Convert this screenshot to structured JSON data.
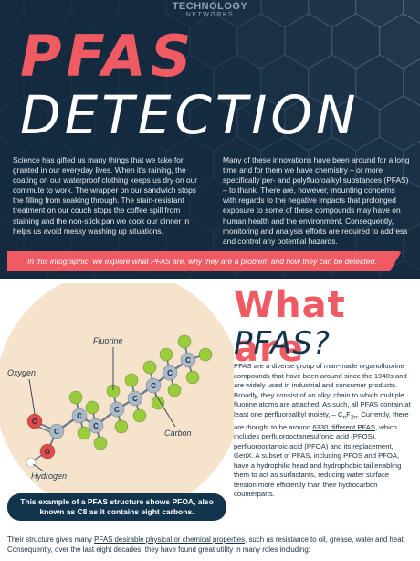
{
  "brand": {
    "line1": "TECHNOLOGY",
    "line2": "NETWORKS"
  },
  "title": {
    "line1": "PFAS",
    "line2": "DETECTION"
  },
  "intro": {
    "left": "Science has gifted us many things that we take for granted in our everyday lives. When it's raining, the coating on our waterproof clothing keeps us dry on our commute to work. The wrapper on our sandwich stops the filling from soaking through. The stain-resistant treatment on our couch stops the coffee spill from staining and the non-stick pan we cook our dinner in helps us avoid messy washing up situations.",
    "right": "Many of these innovations have been around for a long time and for them we have chemistry – or more specifically per- and polyfluoroalkyl substances (PFAS) – to thank. There are, however, mounting concerns with regards to the negative impacts that prolonged exposure to some of these compounds may have on human health and the environment. Consequently, monitoring and analysis efforts are required to address and control any potential hazards."
  },
  "banner": "In this infographic, we explore what PFAS are, why they are a problem and how they can be detected.",
  "section": {
    "heading1": "What are",
    "heading2": "PFAS?"
  },
  "description": {
    "part1": "PFAS are a diverse group of man-made organofluorine compounds that have been around since the 1940s and are widely used in industrial and consumer products. Broadly, they consist of an alkyl chain to which multiple fluorine atoms are attached. As such, all PFAS contain at least one perfluoroalkyl moiety, – C",
    "sub1": "n",
    "part1b": "F",
    "sub2": "2n",
    "part2": ". Currently, there are thought to be around ",
    "link": "6330 different PFAS",
    "part3": ", which includes perfluorooctanesulfonic acid (PFOS), perfluorooctanoic acid (PFOA) and its replacement, GenX. A subset of PFAS, including PFOS and PFOA, have a hydrophilic head and hydrophobic tail enabling them to act as surfactants, reducing water surface tension more efficiently than their hydrocarbon counterparts."
  },
  "molecule": {
    "labels": {
      "oxygen": "Oxygen",
      "fluorine": "Fluorine",
      "carbon": "Carbon",
      "hydrogen": "Hydrogen"
    },
    "atom_letter_carbon": "C",
    "atom_letter_oxygen": "O",
    "colors": {
      "fluorine": "#9acd3c",
      "carbon": "#a9b9c8",
      "oxygen": "#e24b4b",
      "hydrogen": "#ffffff",
      "circle": "#f6e3cc"
    }
  },
  "caption": "This example of a PFAS structure shows PFOA, also known as C8 as it contains eight carbons.",
  "bottom": {
    "part1": "Their structure gives many ",
    "link": "PFAS desirable physical or chemical properties",
    "part2": ", such as resistance to oil, grease, water and heat. Consequently, over the last eight decades, they have found great utility in many roles including:"
  },
  "colors": {
    "accent": "#ef5a63",
    "navy": "#13344d",
    "dark_bg": "#0e2438"
  }
}
